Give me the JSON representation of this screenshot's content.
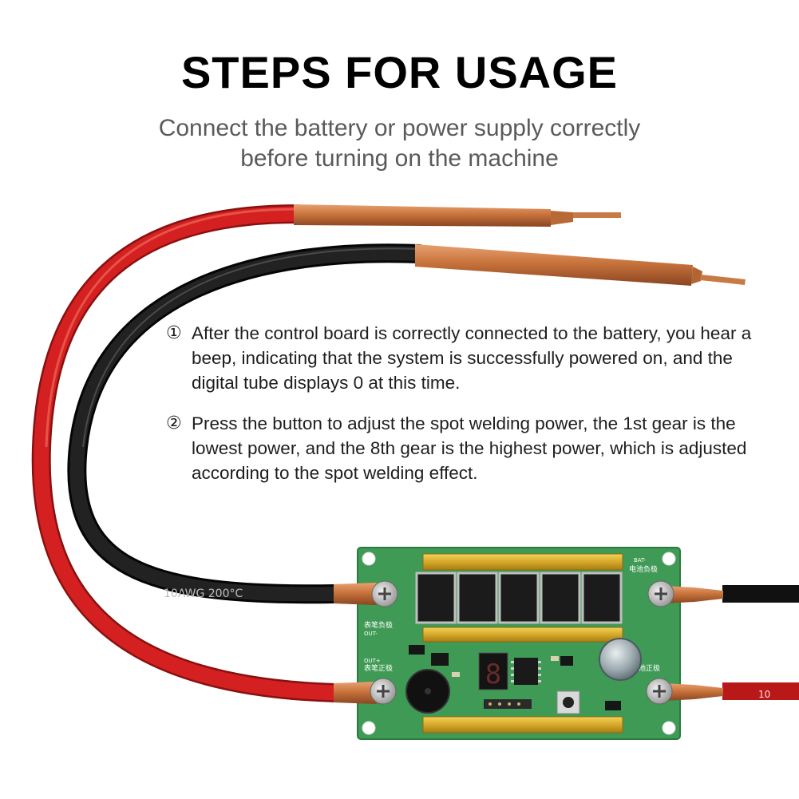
{
  "header": {
    "title": "STEPS FOR USAGE",
    "subtitle_line1": "Connect the battery or power supply correctly",
    "subtitle_line2": "before turning on the machine"
  },
  "steps": [
    {
      "marker": "①",
      "text": "After the control board is correctly connected to the battery, you hear a beep, indicating that the system is successfully powered on, and the digital tube displays 0 at this time."
    },
    {
      "marker": "②",
      "text": "Press the button to adjust the spot welding power, the 1st gear is the lowest power, and the 8th gear is the highest power, which is adjusted according to the spot welding effect."
    }
  ],
  "cable_print": {
    "black": "10AWG  200°C",
    "red": "10"
  },
  "board": {
    "display_digit": "8",
    "label_bat_neg": "电池负极",
    "label_bat_neg_en": "BAT-",
    "label_pen_neg": "表笔负极",
    "label_pen_neg_en": "OUT-",
    "label_pen_pos": "表笔正极",
    "label_pen_pos_en": "OUT+",
    "label_bat_pos": "池正极"
  },
  "colors": {
    "red_cable": "#d42020",
    "black_cable": "#1a1a1a",
    "copper": "#c8733c",
    "pcb": "#3f9a55"
  }
}
